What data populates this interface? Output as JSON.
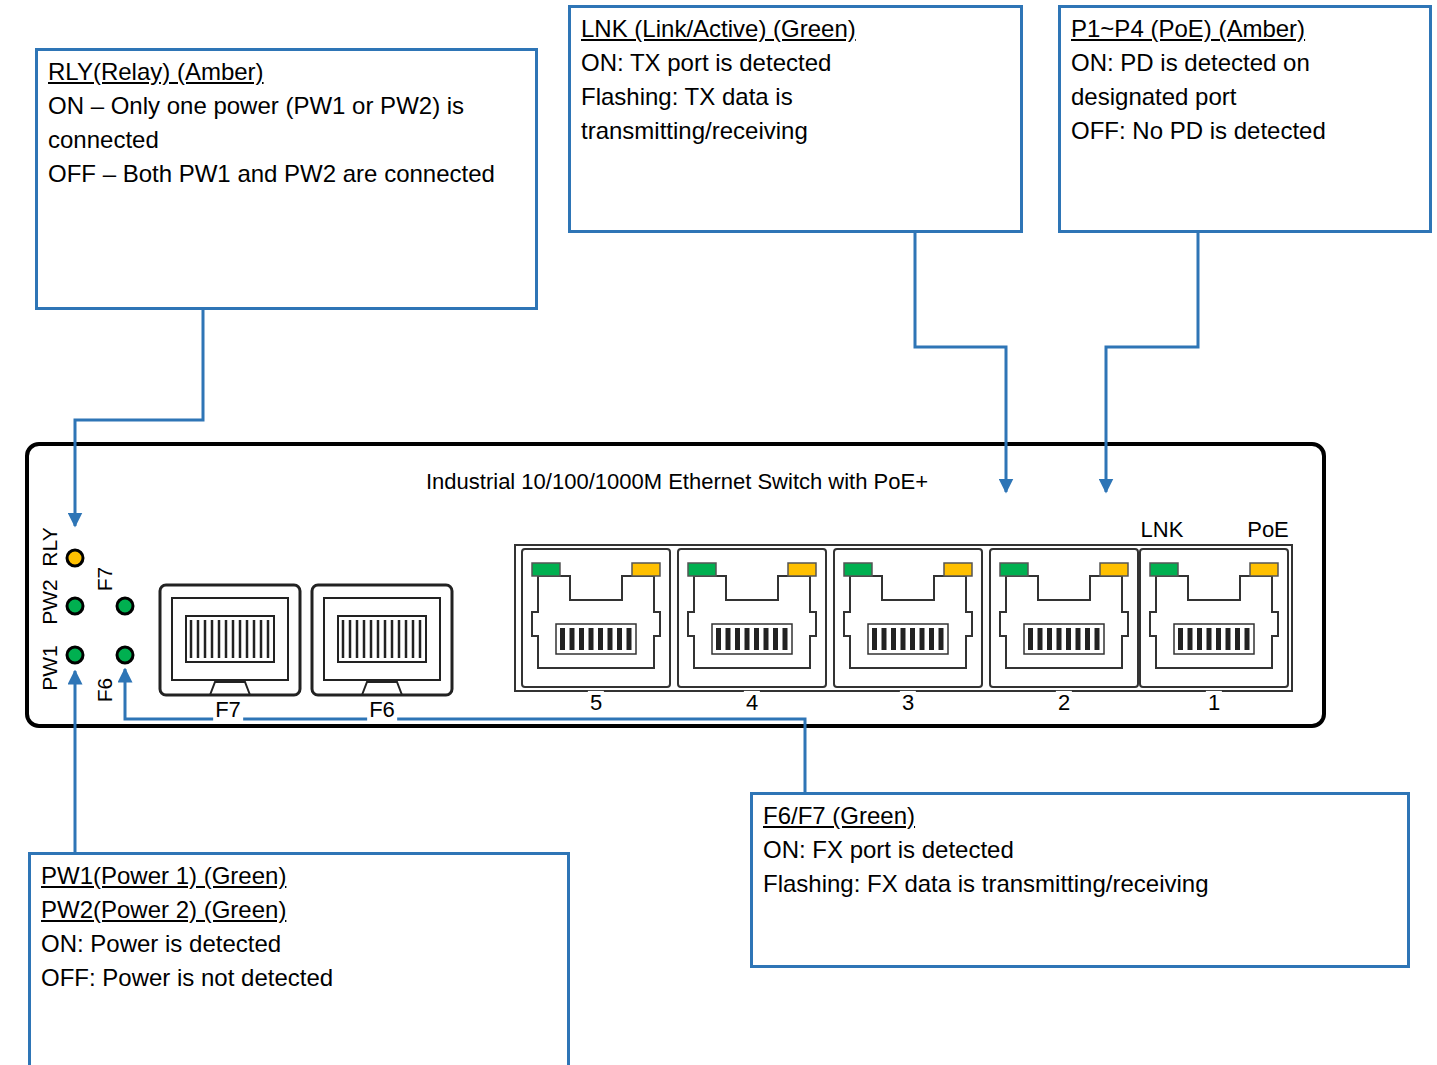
{
  "diagram": {
    "nodes": [
      {
        "text": [
          "RLY(Relay) (Amber)",
          "ON – Only one power (PW1 or PW2) is connected",
          "OFF – Both PW1 and PW2 are connected"
        ]
      },
      {
        "text": [
          "LNK (Link/Active) (Green)",
          "ON: TX port is detected",
          "Flashing: TX data is transmitting/receiving"
        ]
      },
      {
        "text": [
          "P1~P4 (PoE) (Amber)",
          "ON: PD is detected on designated port",
          "OFF: No PD is detected"
        ]
      },
      {
        "text": [
          "F6/F7 (Green)",
          "ON: FX port is detected",
          "Flashing: FX data is transmitting/receiving"
        ]
      },
      {
        "text": [
          "PW1(Power 1) (Green)",
          "PW2(Power 2) (Green)",
          "ON: Power is detected",
          "OFF: Power is not detected"
        ]
      }
    ],
    "labels": [
      "RLY",
      "PW2",
      "PW1",
      "F7",
      "F6",
      "Industrial 10/100/1000M Ethernet Switch with PoE+",
      "LNK",
      "PoE",
      "F7",
      "F6",
      "5",
      "4",
      "3",
      "2",
      "1"
    ]
  }
}
